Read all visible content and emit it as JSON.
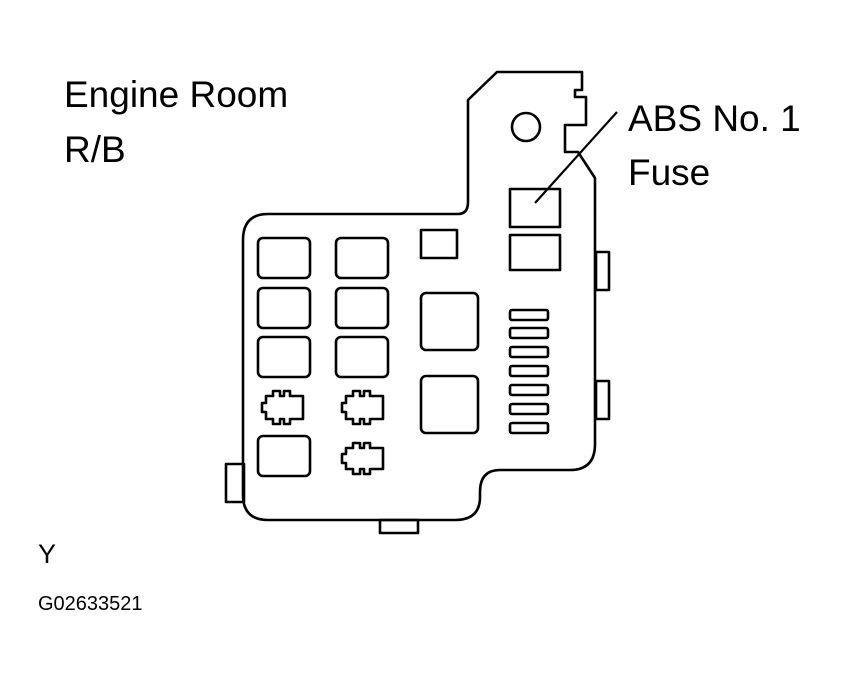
{
  "box_label": {
    "line1": "Engine Room",
    "line2": "R/B"
  },
  "callout": {
    "line1": "ABS No. 1",
    "line2": "Fuse"
  },
  "view_code": "Y",
  "figure_id": "G02633521"
}
